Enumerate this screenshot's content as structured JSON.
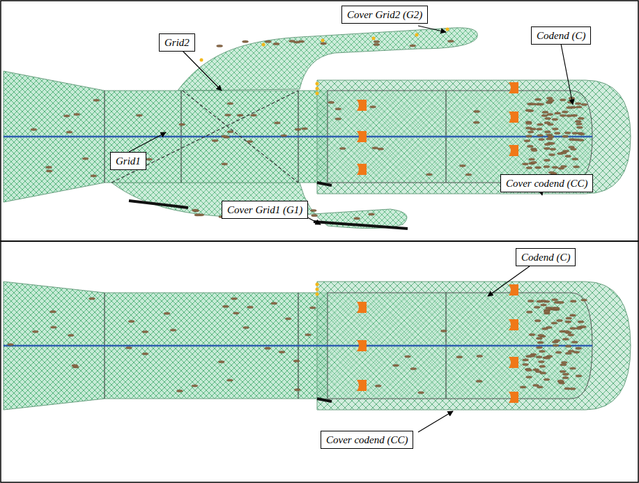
{
  "diagram": {
    "nodes": [
      {
        "text": [
          "Cover Grid2 (G2)"
        ]
      },
      {
        "text": [
          "Grid2"
        ]
      },
      {
        "text": [
          "Codend (C)"
        ]
      },
      {
        "text": [
          "Grid1"
        ]
      },
      {
        "text": [
          "Cover codend (CC)"
        ]
      },
      {
        "text": [
          "Cover Grid1 (G1)"
        ]
      },
      {
        "text": [
          "Codend (C)"
        ]
      },
      {
        "text": [
          "Cover codend (CC)"
        ]
      }
    ]
  }
}
